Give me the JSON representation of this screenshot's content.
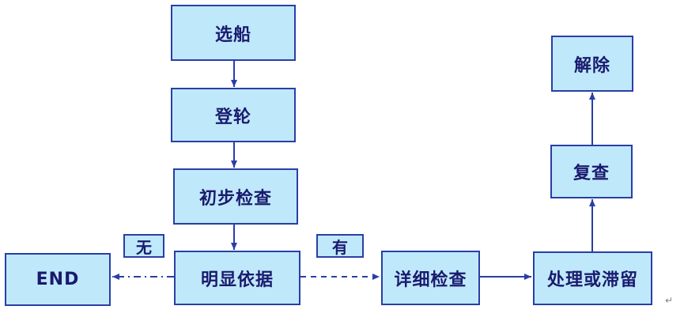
{
  "diagram": {
    "nodes": {
      "select_ship": "选船",
      "board": "登轮",
      "initial_check": "初步检查",
      "evidence": "明显依据",
      "end": "END",
      "detailed_check": "详细检查",
      "handle": "处理或滞留",
      "recheck": "复查",
      "release": "解除"
    },
    "labels": {
      "none": "无",
      "yes": "有"
    },
    "edges": [
      {
        "from": "select_ship",
        "to": "board",
        "style": "solid"
      },
      {
        "from": "board",
        "to": "initial_check",
        "style": "solid"
      },
      {
        "from": "initial_check",
        "to": "evidence",
        "style": "solid"
      },
      {
        "from": "evidence",
        "to": "end",
        "style": "dash-dot",
        "label": "none"
      },
      {
        "from": "evidence",
        "to": "detailed_check",
        "style": "dashed",
        "label": "yes"
      },
      {
        "from": "detailed_check",
        "to": "handle",
        "style": "solid"
      },
      {
        "from": "handle",
        "to": "recheck",
        "style": "solid"
      },
      {
        "from": "recheck",
        "to": "release",
        "style": "solid"
      }
    ],
    "colors": {
      "fill": "#bfe9fb",
      "stroke": "#2a3ea6",
      "text": "#1a1a6e"
    },
    "paragraph_mark": "↵"
  }
}
